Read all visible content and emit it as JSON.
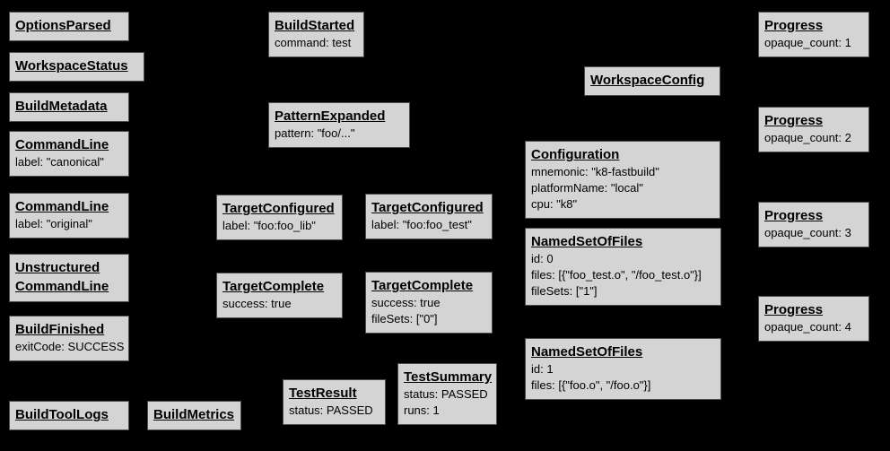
{
  "palette": {
    "canvas-bg": "#000000",
    "node-fill": "#d4d4d4",
    "node-border": "#4d4d4d",
    "node-text": "#000000"
  },
  "diagram_type": "build-event-protocol-graph",
  "nodes": [
    {
      "title": "OptionsParsed",
      "lines": []
    },
    {
      "title": "WorkspaceStatus",
      "lines": []
    },
    {
      "title": "BuildMetadata",
      "lines": []
    },
    {
      "title": "CommandLine",
      "lines": [
        "label: \"canonical\""
      ]
    },
    {
      "title": "CommandLine",
      "lines": [
        "label: \"original\""
      ]
    },
    {
      "title": "Unstructured\nCommandLine",
      "lines": []
    },
    {
      "title": "BuildFinished",
      "lines": [
        "exitCode: SUCCESS"
      ]
    },
    {
      "title": "BuildToolLogs",
      "lines": []
    },
    {
      "title": "BuildMetrics",
      "lines": []
    },
    {
      "title": "BuildStarted",
      "lines": [
        "command: test"
      ]
    },
    {
      "title": "PatternExpanded",
      "lines": [
        "pattern: \"foo/...\""
      ]
    },
    {
      "title": "TargetConfigured",
      "lines": [
        "label: \"foo:foo_lib\""
      ]
    },
    {
      "title": "TargetConfigured",
      "lines": [
        "label: \"foo:foo_test\""
      ]
    },
    {
      "title": "TargetComplete",
      "lines": [
        "success: true"
      ]
    },
    {
      "title": "TargetComplete",
      "lines": [
        "success: true",
        "fileSets: [\"0\"]"
      ]
    },
    {
      "title": "TestResult",
      "lines": [
        "status: PASSED"
      ]
    },
    {
      "title": "TestSummary",
      "lines": [
        "status: PASSED",
        "runs: 1"
      ]
    },
    {
      "title": "WorkspaceConfig",
      "lines": []
    },
    {
      "title": "Configuration",
      "lines": [
        "mnemonic: \"k8-fastbuild\"",
        "platformName: \"local\"",
        "cpu: \"k8\""
      ]
    },
    {
      "title": "NamedSetOfFiles",
      "lines": [
        "id: 0",
        "files: [{\"foo_test.o\", \"/foo_test.o\"}]",
        "fileSets: [\"1\"]"
      ]
    },
    {
      "title": "NamedSetOfFiles",
      "lines": [
        "id: 1",
        "files: [{\"foo.o\", \"/foo.o\"}]"
      ]
    },
    {
      "title": "Progress",
      "lines": [
        "opaque_count: 1"
      ]
    },
    {
      "title": "Progress",
      "lines": [
        "opaque_count: 2"
      ]
    },
    {
      "title": "Progress",
      "lines": [
        "opaque_count: 3"
      ]
    },
    {
      "title": "Progress",
      "lines": [
        "opaque_count: 4"
      ]
    }
  ]
}
